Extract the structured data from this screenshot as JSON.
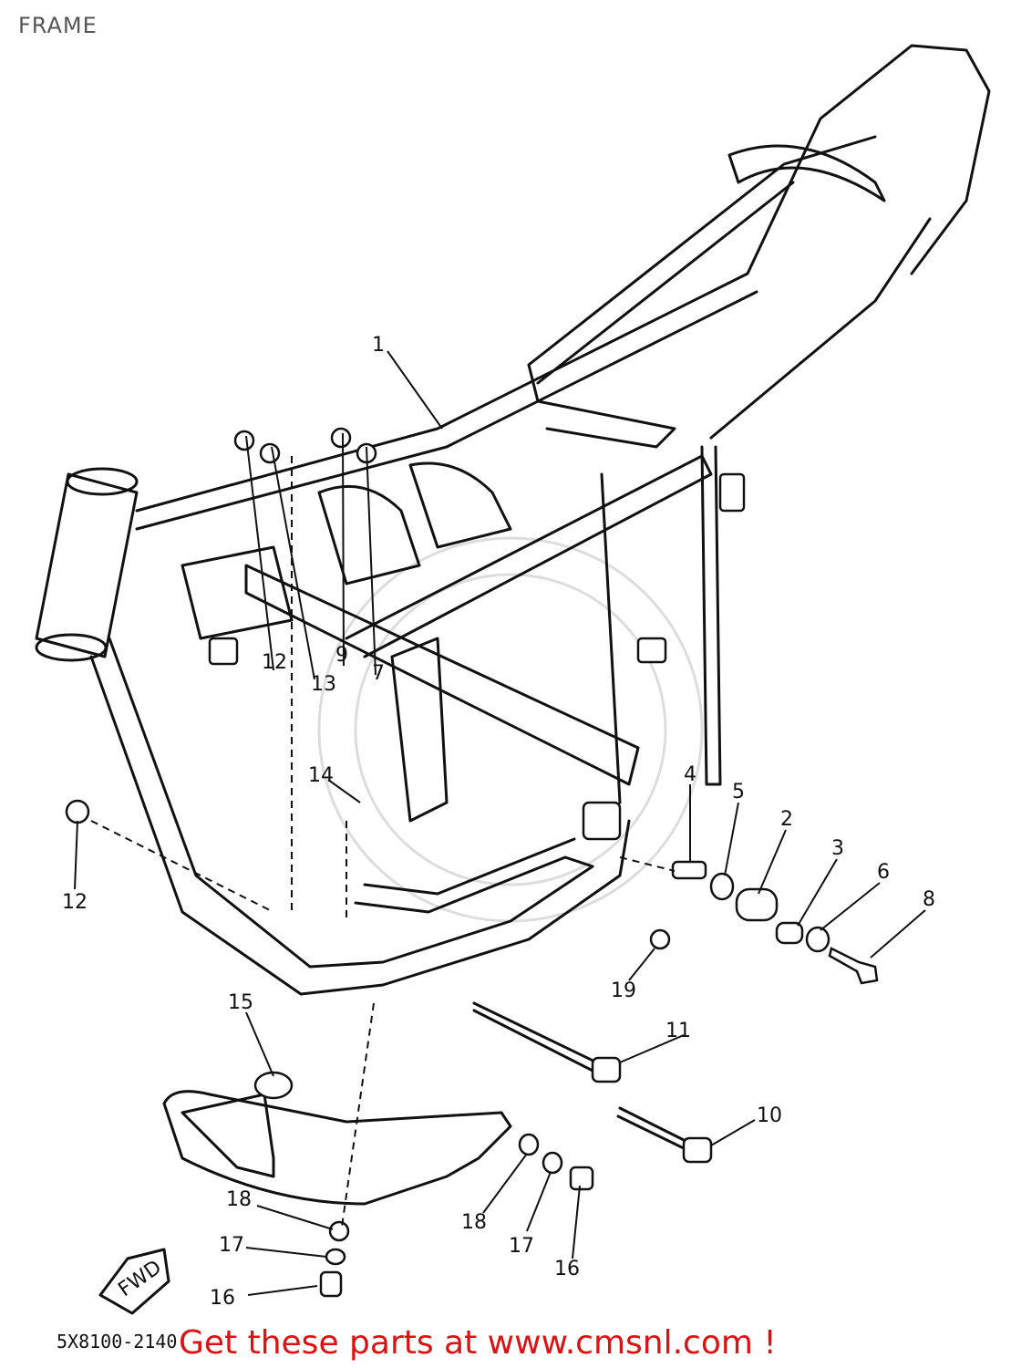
{
  "header": {
    "title": "FRAME"
  },
  "diagram": {
    "code": "5X8100-2140",
    "fwd_label": "FWD",
    "callouts": [
      {
        "id": "c1",
        "label": "1"
      },
      {
        "id": "c2",
        "label": "2"
      },
      {
        "id": "c3",
        "label": "3"
      },
      {
        "id": "c4",
        "label": "4"
      },
      {
        "id": "c5",
        "label": "5"
      },
      {
        "id": "c6",
        "label": "6"
      },
      {
        "id": "c7",
        "label": "7"
      },
      {
        "id": "c8",
        "label": "8"
      },
      {
        "id": "c9",
        "label": "9"
      },
      {
        "id": "c10",
        "label": "10"
      },
      {
        "id": "c11",
        "label": "11"
      },
      {
        "id": "c12a",
        "label": "12"
      },
      {
        "id": "c12b",
        "label": "12"
      },
      {
        "id": "c13",
        "label": "13"
      },
      {
        "id": "c14",
        "label": "14"
      },
      {
        "id": "c15",
        "label": "15"
      },
      {
        "id": "c16a",
        "label": "16"
      },
      {
        "id": "c16b",
        "label": "16"
      },
      {
        "id": "c17a",
        "label": "17"
      },
      {
        "id": "c17b",
        "label": "17"
      },
      {
        "id": "c18a",
        "label": "18"
      },
      {
        "id": "c18b",
        "label": "18"
      },
      {
        "id": "c19",
        "label": "19"
      }
    ]
  },
  "footer": {
    "cta": "Get these parts at www.cmsnl.com !"
  },
  "colors": {
    "cta": "#dd1111",
    "line": "#111111",
    "title": "#555555"
  }
}
